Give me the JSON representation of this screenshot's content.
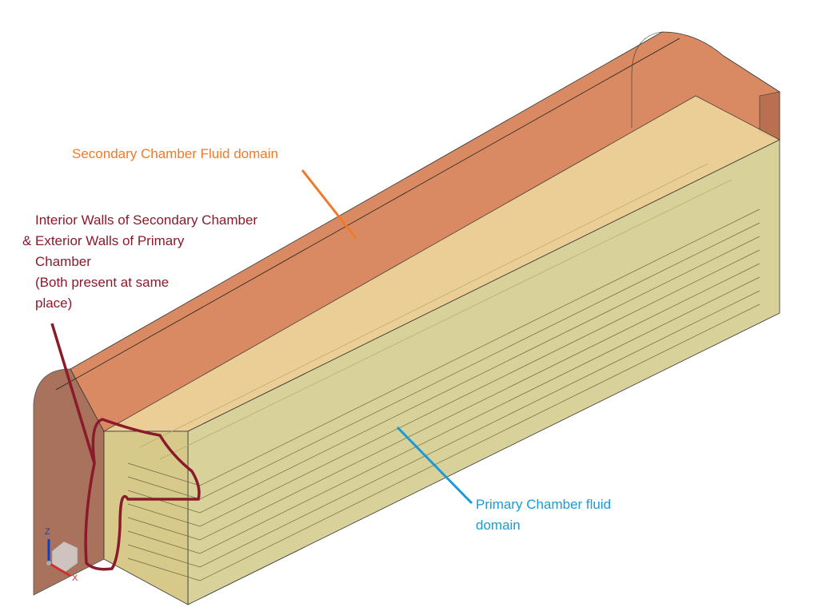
{
  "annotations": {
    "secondary": "Secondary Chamber Fluid domain",
    "walls": {
      "amp": "&",
      "lines": [
        "Interior Walls of Secondary Chamber",
        "Exterior Walls of Primary",
        "Chamber",
        "(Both present at same",
        "place)"
      ]
    },
    "primary": [
      "Primary Chamber fluid",
      "domain"
    ]
  },
  "triad": {
    "z": "Z",
    "x": "X"
  },
  "colors": {
    "secondary_fill": "#d98a62",
    "primary_fill": "#e6dc9a",
    "secondary_label": "#f0792a",
    "wall_label": "#8b1a2b",
    "primary_label": "#1a9ad6"
  }
}
